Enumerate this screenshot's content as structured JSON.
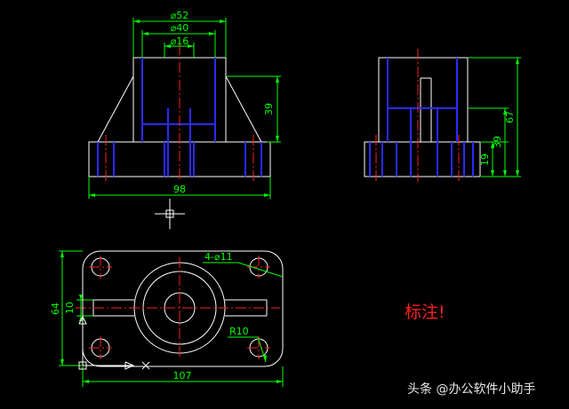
{
  "drawing": {
    "front_view": {
      "dim_outer": "⌀52",
      "dim_middle": "⌀40",
      "dim_inner": "⌀16",
      "dim_height": "39",
      "dim_width": "98"
    },
    "side_view": {
      "dim_total_height": "67",
      "dim_mid_height": "39",
      "dim_base_height": "19"
    },
    "top_view": {
      "dim_holes": "4-⌀11",
      "dim_radius": "R10",
      "dim_height": "64",
      "dim_slot": "10",
      "dim_width": "107"
    },
    "annotation": "标注!"
  },
  "watermark": "头条 @办公软件小助手",
  "colors": {
    "background": "#000000",
    "outline": "#ffffff",
    "dimension": "#00ff00",
    "hidden_line": "#2a2aff",
    "center_line": "#ff2020",
    "note": "#ff2020"
  }
}
